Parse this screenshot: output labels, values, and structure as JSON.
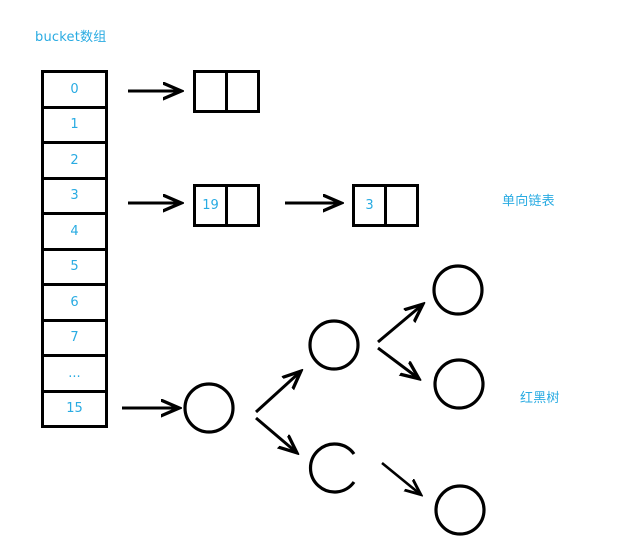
{
  "diagram": {
    "title": "bucket数组",
    "labels": {
      "linked_list": "单向链表",
      "red_black_tree": "红黑树"
    },
    "colors": {
      "accent": "#29ABE2",
      "stroke": "#000000",
      "background": "#ffffff"
    }
  },
  "bucket_array": {
    "name": "bucket数组",
    "cells": [
      {
        "index": 0,
        "label": "0"
      },
      {
        "index": 1,
        "label": "1"
      },
      {
        "index": 2,
        "label": "2"
      },
      {
        "index": 3,
        "label": "3"
      },
      {
        "index": 4,
        "label": "4"
      },
      {
        "index": 5,
        "label": "5"
      },
      {
        "index": 6,
        "label": "6"
      },
      {
        "index": 7,
        "label": "7"
      },
      {
        "index": 8,
        "label": "..."
      },
      {
        "index": 9,
        "label": "15"
      }
    ]
  },
  "linked_list_row_0": {
    "from_bucket": "0",
    "nodes": [
      {
        "value": "",
        "next": ""
      }
    ]
  },
  "linked_list_row_3": {
    "from_bucket": "3",
    "nodes": [
      {
        "value": "19",
        "next": ""
      },
      {
        "value": "3",
        "next": ""
      }
    ]
  },
  "tree_row_15": {
    "from_bucket": "15",
    "nodes": [
      {
        "id": "root",
        "value": ""
      },
      {
        "id": "left",
        "value": ""
      },
      {
        "id": "right",
        "value": ""
      },
      {
        "id": "left-left",
        "value": ""
      },
      {
        "id": "left-right",
        "value": ""
      },
      {
        "id": "right-right",
        "value": ""
      }
    ]
  }
}
